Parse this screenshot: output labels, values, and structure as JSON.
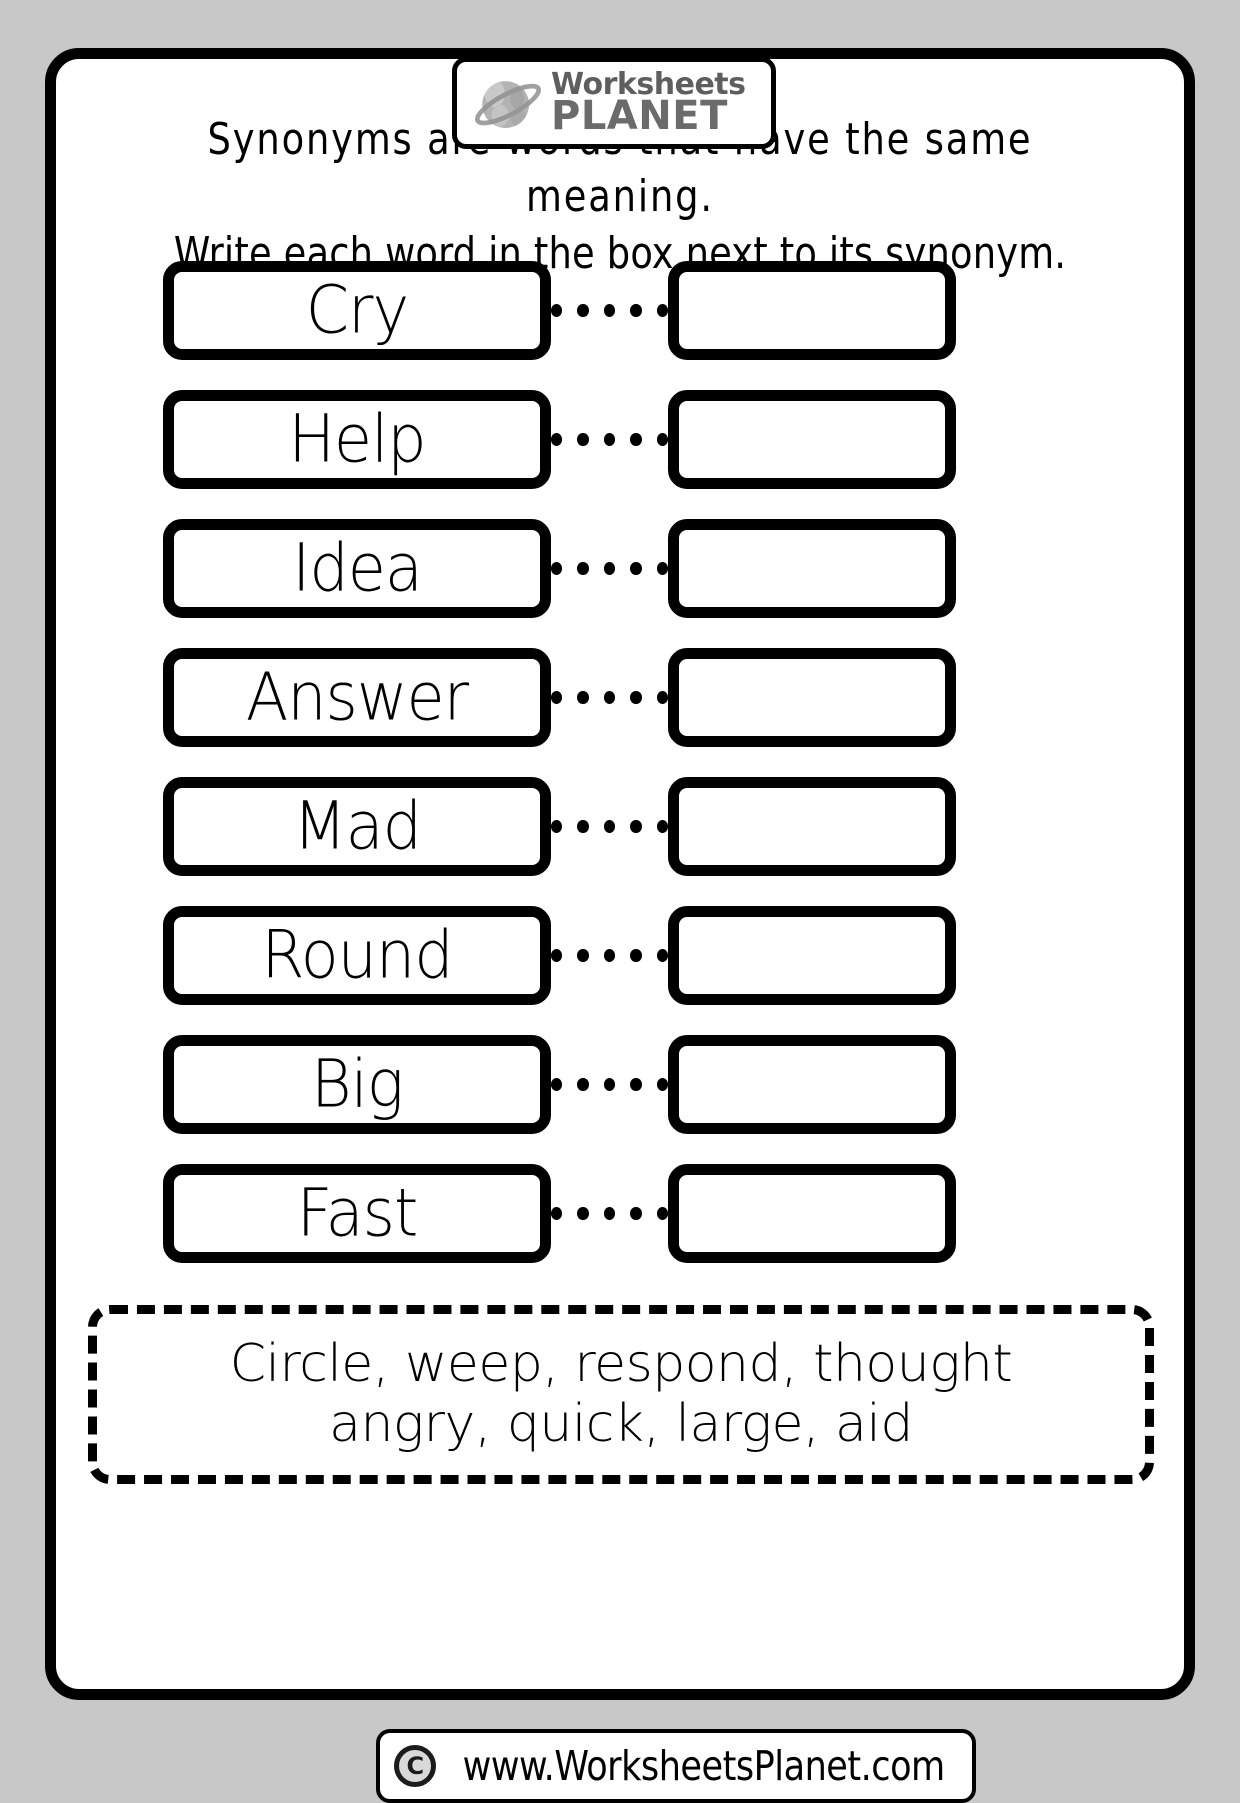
{
  "background_color": "#c8c8c8",
  "page_color": "#ffffff",
  "border_color": "#000000",
  "logo": {
    "line1": "Worksheets",
    "line2": "PLANET",
    "planet_icon": "saturn-planet-icon",
    "color": "#5e5e5e"
  },
  "instructions": {
    "line1": "Synonyms are words that have the same meaning.",
    "line2": "Write each word in the box next to its synonym."
  },
  "connector": {
    "dot_count": 5,
    "dot_color": "#000000"
  },
  "rows": [
    {
      "word": "Cry",
      "answer": ""
    },
    {
      "word": "Help",
      "answer": ""
    },
    {
      "word": "Idea",
      "answer": ""
    },
    {
      "word": "Answer",
      "answer": ""
    },
    {
      "word": "Mad",
      "answer": ""
    },
    {
      "word": "Round",
      "answer": ""
    },
    {
      "word": "Big",
      "answer": ""
    },
    {
      "word": "Fast",
      "answer": ""
    }
  ],
  "word_bank": {
    "line1": "Circle, weep, respond, thought",
    "line2": "angry, quick, large, aid",
    "words": [
      "Circle",
      "weep",
      "respond",
      "thought",
      "angry",
      "quick",
      "large",
      "aid"
    ]
  },
  "footer": {
    "copyright_symbol": "C",
    "url": "www.WorksheetsPlanet.com"
  }
}
